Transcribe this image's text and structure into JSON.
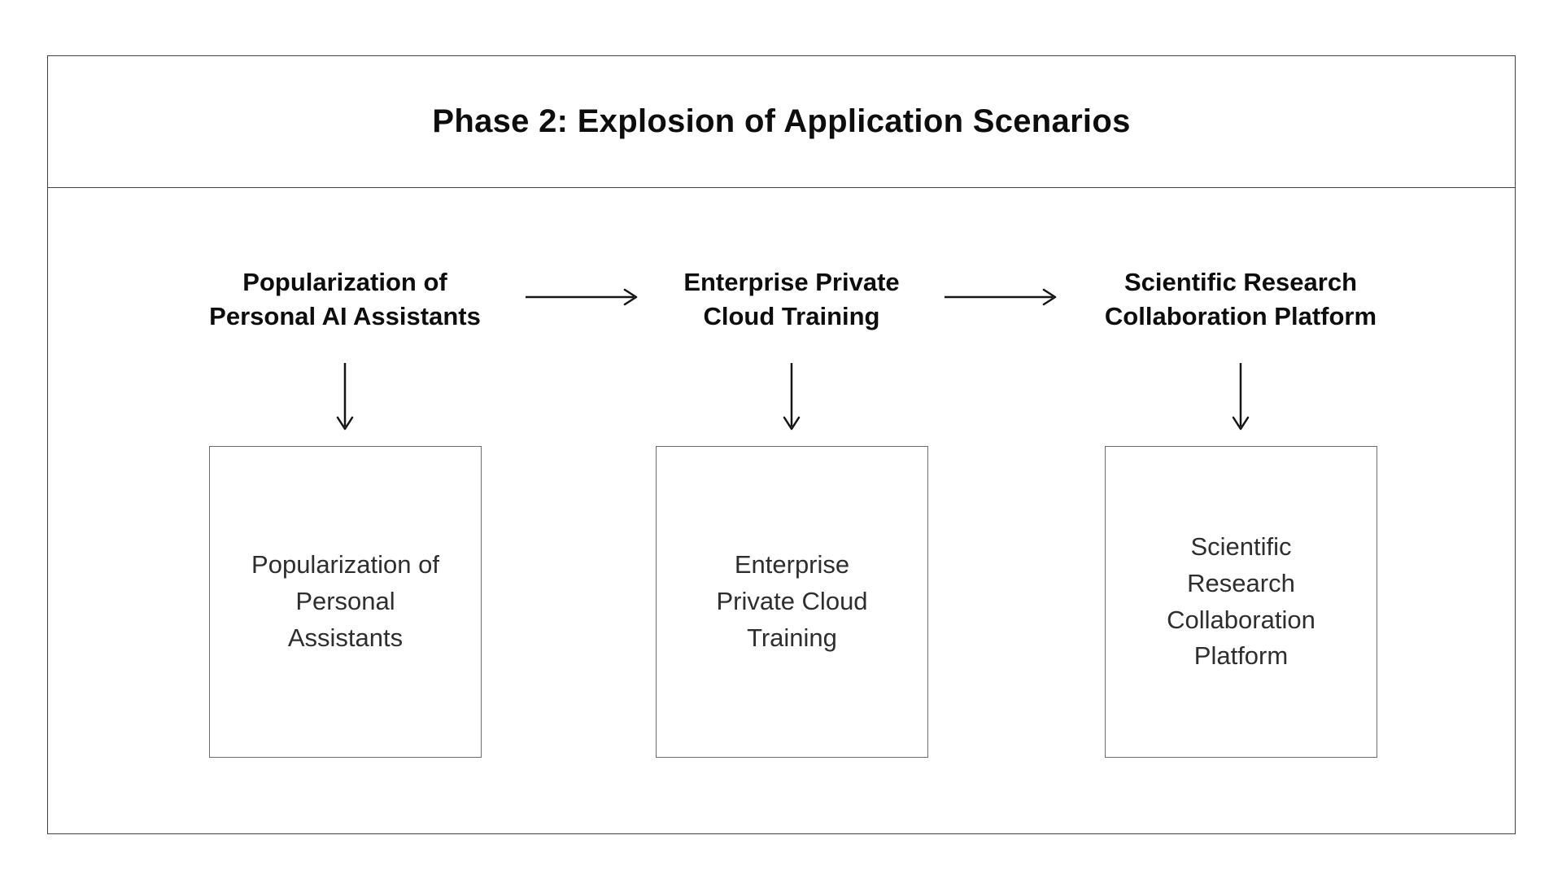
{
  "title": "Phase 2: Explosion of Application Scenarios",
  "columns": [
    {
      "heading": [
        "Popularization of",
        "Personal AI Assistants"
      ],
      "box": [
        "Popularization of",
        "Personal",
        "Assistants"
      ]
    },
    {
      "heading": [
        "Enterprise Private",
        "Cloud Training"
      ],
      "box": [
        "Enterprise",
        "Private Cloud",
        "Training"
      ]
    },
    {
      "heading": [
        "Scientific Research",
        "Collaboration Platform"
      ],
      "box": [
        "Scientific",
        "Research",
        "Collaboration",
        "Platform"
      ]
    }
  ],
  "colors": {
    "frame_border": "#424242",
    "box_border": "#6b6b6b",
    "arrow": "#151515",
    "heading_text": "#0d0d0d",
    "box_text": "#2e2e2e",
    "background": "#ffffff"
  }
}
